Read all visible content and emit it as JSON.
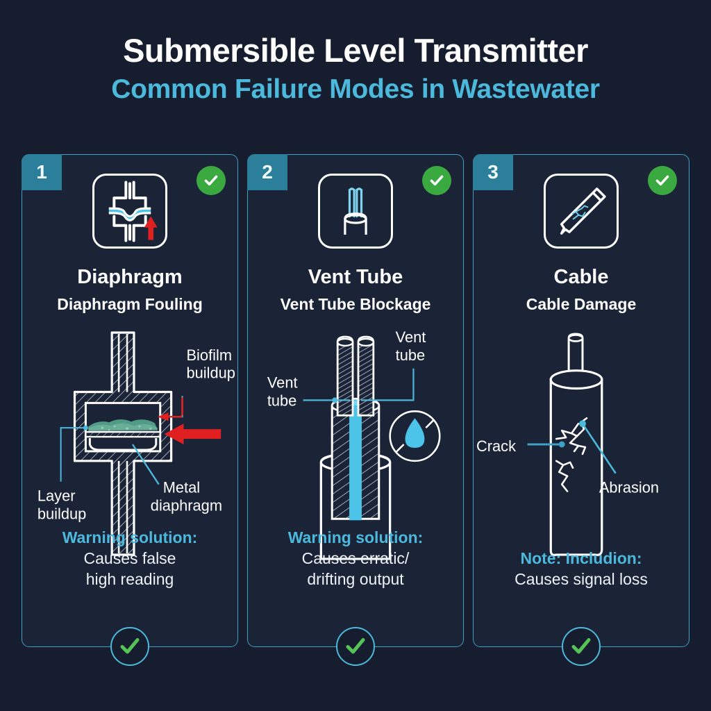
{
  "header": {
    "title": "Submersible Level Transmitter",
    "subtitle": "Common Failure Modes in Wastewater"
  },
  "colors": {
    "page_background": "#161d2e",
    "card_background": "#1b2337",
    "card_border": "#3f9fc4",
    "badge_number": "#2b7f9b",
    "accent_cyan": "#4cb9dc",
    "check_green": "#3aa93f",
    "arrow_red": "#e02020",
    "biofilm_green": "#4f9b86",
    "text_white": "#ffffff"
  },
  "cards": [
    {
      "number": "1",
      "icon": "diaphragm-icon",
      "status_icon": "check-circle-icon",
      "title": "Diaphragm",
      "subtitle": "Diaphragm Fouling",
      "illustration": "diaphragm-fouling-diagram",
      "labels": [
        {
          "name": "biofilm-buildup-label",
          "lines": [
            "Biofilm",
            "buildup"
          ]
        },
        {
          "name": "layer-buildup-label",
          "lines": [
            "Layer",
            "buildup"
          ]
        },
        {
          "name": "metal-diaphragm-label",
          "lines": [
            "Metal",
            "diaphragm"
          ]
        }
      ],
      "footer_head": "Warning solution:",
      "footer_body": [
        "Causes false",
        "high reading"
      ],
      "bottom_status_icon": "check-circle-icon"
    },
    {
      "number": "2",
      "icon": "vent-tube-icon",
      "status_icon": "check-circle-icon",
      "title": "Vent Tube",
      "subtitle": "Vent Tube Blockage",
      "illustration": "vent-tube-blockage-diagram",
      "labels": [
        {
          "name": "vent-tube-left-label",
          "lines": [
            "Vent",
            "tube"
          ]
        },
        {
          "name": "vent-tube-right-label",
          "lines": [
            "Vent",
            "tube"
          ]
        }
      ],
      "extra_icon": "water-drop-blocked-icon",
      "footer_head": "Warning solution:",
      "footer_body": [
        "Causes erratic/",
        "drifting output"
      ],
      "bottom_status_icon": "check-circle-icon"
    },
    {
      "number": "3",
      "icon": "damaged-cable-icon",
      "status_icon": "check-circle-icon",
      "title": "Cable",
      "subtitle": "Cable Damage",
      "illustration": "cable-damage-diagram",
      "labels": [
        {
          "name": "crack-label",
          "lines": [
            "Crack"
          ]
        },
        {
          "name": "abrasion-label",
          "lines": [
            "Abrasion"
          ]
        }
      ],
      "footer_head": "Note: Includion:",
      "footer_body": [
        "Causes signal loss"
      ],
      "bottom_status_icon": "check-circle-icon"
    }
  ]
}
